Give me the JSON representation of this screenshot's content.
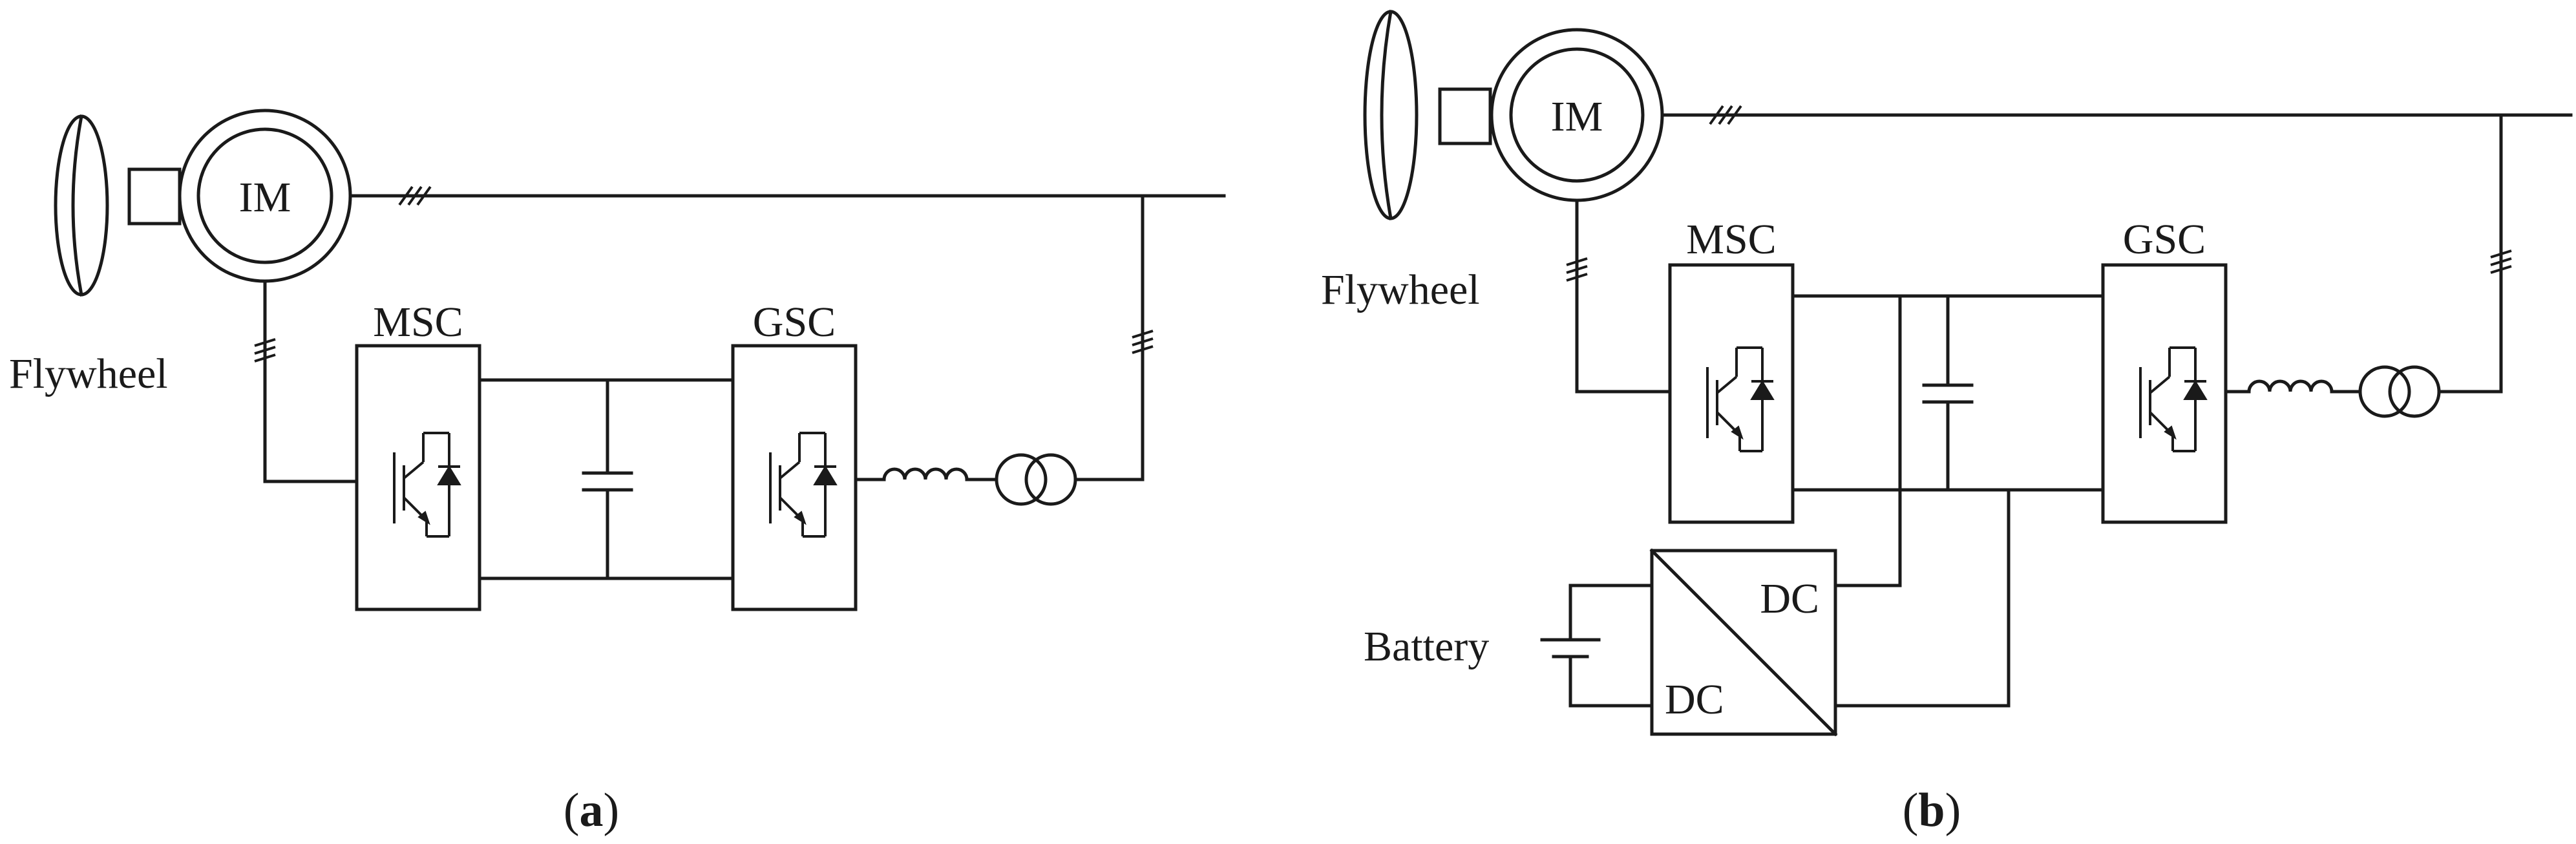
{
  "diagram_a": {
    "machine_label": "IM",
    "flywheel_label": "Flywheel",
    "msc_label": "MSC",
    "gsc_label": "GSC",
    "caption_open": "(",
    "caption_letter": "a",
    "caption_close": ")"
  },
  "diagram_b": {
    "machine_label": "IM",
    "flywheel_label": "Flywheel",
    "msc_label": "MSC",
    "gsc_label": "GSC",
    "battery_label": "Battery",
    "dcdc_top_label": "DC",
    "dcdc_bottom_label": "DC",
    "caption_open": "(",
    "caption_letter": "b",
    "caption_close": ")"
  }
}
